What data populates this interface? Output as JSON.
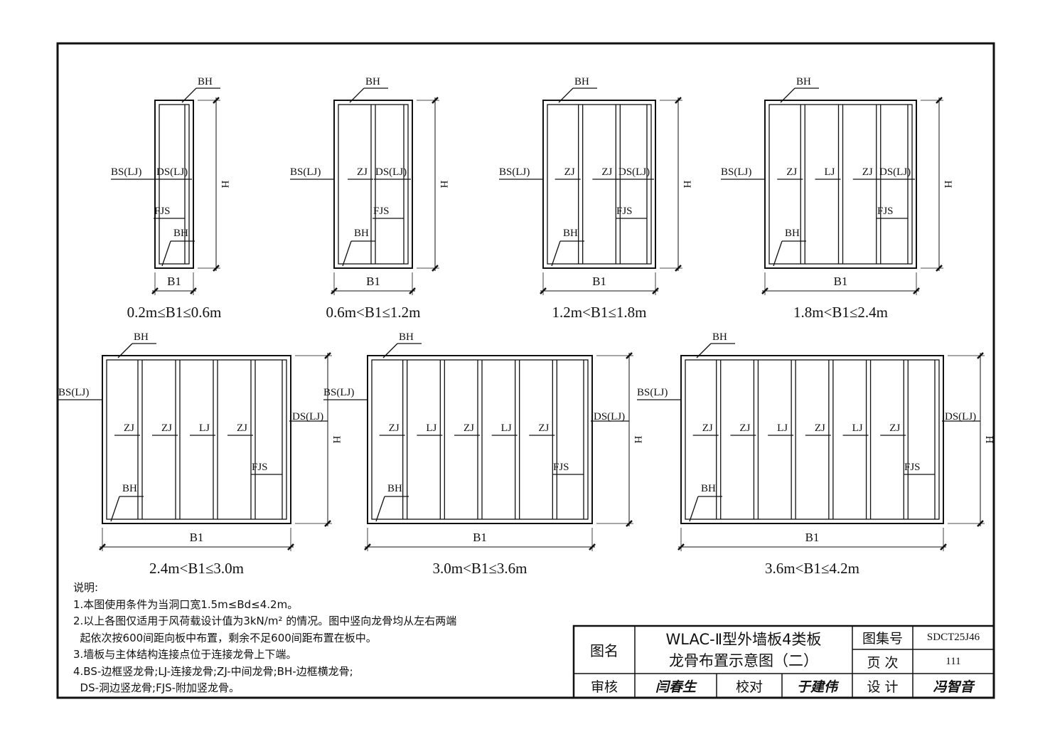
{
  "panels": [
    {
      "caption": "0.2m≤B1≤0.6m",
      "bh_top": "BH",
      "bh_bottom": "BH",
      "bs": "BS(LJ)",
      "ds": "DS(LJ)",
      "fjs": "FJS",
      "studs": [],
      "b1": "B1",
      "h": "H"
    },
    {
      "caption": "0.6m<B1≤1.2m",
      "bh_top": "BH",
      "bh_bottom": "BH",
      "bs": "BS(LJ)",
      "ds": "DS(LJ)",
      "fjs": "FJS",
      "studs": [
        "ZJ"
      ],
      "b1": "B1",
      "h": "H"
    },
    {
      "caption": "1.2m<B1≤1.8m",
      "bh_top": "BH",
      "bh_bottom": "BH",
      "bs": "BS(LJ)",
      "ds": "DS(LJ)",
      "fjs": "FJS",
      "studs": [
        "ZJ",
        "ZJ"
      ],
      "b1": "B1",
      "h": "H"
    },
    {
      "caption": "1.8m<B1≤2.4m",
      "bh_top": "BH",
      "bh_bottom": "BH",
      "bs": "BS(LJ)",
      "ds": "DS(LJ)",
      "fjs": "FJS",
      "studs": [
        "ZJ",
        "LJ",
        "ZJ"
      ],
      "b1": "B1",
      "h": "H"
    },
    {
      "caption": "2.4m<B1≤3.0m",
      "bh_top": "BH",
      "bh_bottom": "BH",
      "bs": "BS(LJ)",
      "ds": "DS(LJ)",
      "fjs": "FJS",
      "studs": [
        "ZJ",
        "ZJ",
        "LJ",
        "ZJ"
      ],
      "b1": "B1",
      "h": "H"
    },
    {
      "caption": "3.0m<B1≤3.6m",
      "bh_top": "BH",
      "bh_bottom": "BH",
      "bs": "BS(LJ)",
      "ds": "DS(LJ)",
      "fjs": "FJS",
      "studs": [
        "ZJ",
        "LJ",
        "ZJ",
        "LJ",
        "ZJ"
      ],
      "b1": "B1",
      "h": "H"
    },
    {
      "caption": "3.6m<B1≤4.2m",
      "bh_top": "BH",
      "bh_bottom": "BH",
      "bs": "BS(LJ)",
      "ds": "DS(LJ)",
      "fjs": "FJS",
      "studs": [
        "ZJ",
        "ZJ",
        "LJ",
        "ZJ",
        "LJ",
        "ZJ"
      ],
      "b1": "B1",
      "h": "H"
    }
  ],
  "notes": {
    "title": "说明:",
    "lines": [
      "1.本图使用条件为当洞口宽1.5m≤Bd≤4.2m。",
      "2.以上各图仅适用于风荷载设计值为3kN/m² 的情况。图中竖向龙骨均从左右两端",
      "  起依次按600间距向板中布置，剩余不足600间距布置在板中。",
      "3.墙板与主体结构连接点位于连接龙骨上下端。",
      "4.BS-边框竖龙骨;LJ-连接龙骨;ZJ-中间龙骨;BH-边框横龙骨;",
      "  DS-洞边竖龙骨;FJS-附加竖龙骨。"
    ]
  },
  "title_block": {
    "name_label": "图名",
    "title_line1": "WLAC-Ⅱ型外墙板4类板",
    "title_line2": "龙骨布置示意图（二）",
    "atlas_label": "图集号",
    "atlas_no": "SDCT25J46",
    "page_label": "页 次",
    "page_no": "111",
    "review_label": "审核",
    "review_sig": "闫春生",
    "check_label": "校对",
    "check_sig": "于建伟",
    "design_label": "设 计",
    "design_sig": "冯智音"
  }
}
